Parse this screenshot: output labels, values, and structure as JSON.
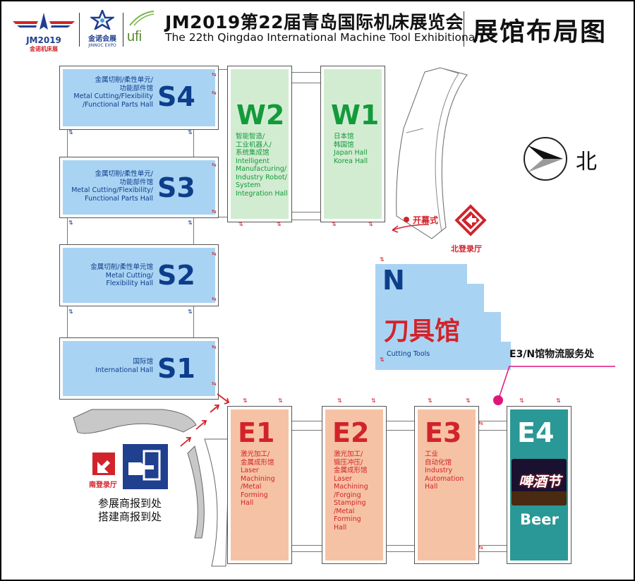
{
  "header": {
    "logo_jm_text": "JM2019",
    "logo_jm_sub": "金诺机床展",
    "logo_jinnoc_text": "金诺会展",
    "logo_jinnoc_sub": "JINNOC EXPO",
    "logo_ufi_text": "ufi",
    "title_cn": "JM2019第22届青岛国际机床展览会",
    "title_en": "The 22th Qingdao International Machine Tool Exhibitional",
    "layout_title": "展馆布局图"
  },
  "halls": {
    "s4": {
      "code": "S4",
      "desc": [
        "金属切削/柔性单元/",
        "功能部件馆",
        "Metal Cutting/Flexibility",
        "/Functional Parts Hall"
      ]
    },
    "s3": {
      "code": "S3",
      "desc": [
        "金属切削/柔性单元/",
        "功能部件馆",
        "Metal Cutting/Flexibility/",
        "Functional Parts Hall"
      ]
    },
    "s2": {
      "code": "S2",
      "desc": [
        "金属切削/柔性单元馆",
        "Metal Cutting/",
        "Flexibility Hall"
      ]
    },
    "s1": {
      "code": "S1",
      "desc": [
        "国际馆",
        "International Hall"
      ]
    },
    "w2": {
      "code": "W2",
      "desc": [
        "智能智造/",
        "工业机器人/",
        "系统集成馆",
        "Intelligent",
        "Manufacturing/",
        "Industry Robot/",
        "System",
        "Integration Hall"
      ]
    },
    "w1": {
      "code": "W1",
      "desc": [
        "日本馆",
        "韩国馆",
        "Japan Hall",
        "Korea Hall"
      ]
    },
    "n": {
      "code": "N",
      "name_cn": "刀具馆",
      "name_en": "Cutting Tools"
    },
    "e1": {
      "code": "E1",
      "desc": [
        "激光加工/",
        "金属成形馆",
        "Laser",
        "Machining",
        "/Metal",
        "Forming",
        "Hall"
      ]
    },
    "e2": {
      "code": "E2",
      "desc": [
        "激光加工/",
        "锻压冲压/",
        "金属成形馆",
        "Laser",
        "Machining",
        "/Forging",
        "Stamping",
        "/Metal",
        "Forming",
        "Hall"
      ]
    },
    "e3": {
      "code": "E3",
      "desc": [
        "工业",
        "自动化馆",
        "Industry",
        "Automation",
        "Hall"
      ]
    },
    "e4": {
      "code": "E4",
      "banner": "啤酒节",
      "name": "Beer"
    }
  },
  "labels": {
    "opening": "开幕式",
    "north_lobby": "北登录厅",
    "south_lobby": "南登录厅",
    "north": "北",
    "logistics": "E3/N馆物流服务处",
    "checkin_line1": "参展商报到处",
    "checkin_line2": "搭建商报到处"
  },
  "colors": {
    "hall_blue": "#a9d3f3",
    "hall_green": "#d2ecd2",
    "hall_orange": "#f6c2a5",
    "hall_teal": "#2a9896",
    "accent_red": "#d2232a",
    "text_blue": "#0d3e8c",
    "text_green": "#139a3b",
    "logistics_pink": "#e0157a"
  },
  "icons": [
    "north-arrow-icon",
    "entrance-arrow-icon",
    "checkin-icon"
  ]
}
